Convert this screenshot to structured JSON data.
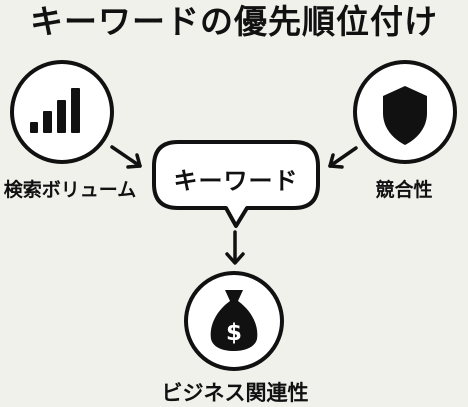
{
  "title": "キーワードの優先順位付け",
  "nodes": {
    "search_volume": {
      "label": "検索ボリューム",
      "icon": "bar-chart-icon"
    },
    "competition": {
      "label": "競合性",
      "icon": "shield-icon"
    },
    "keyword": {
      "label": "キーワード"
    },
    "business_relevance": {
      "label": "ビジネス関連性",
      "icon": "money-bag-icon"
    }
  },
  "colors": {
    "background": "#f1f1ec",
    "ink": "#111111",
    "fill": "#ffffff"
  }
}
